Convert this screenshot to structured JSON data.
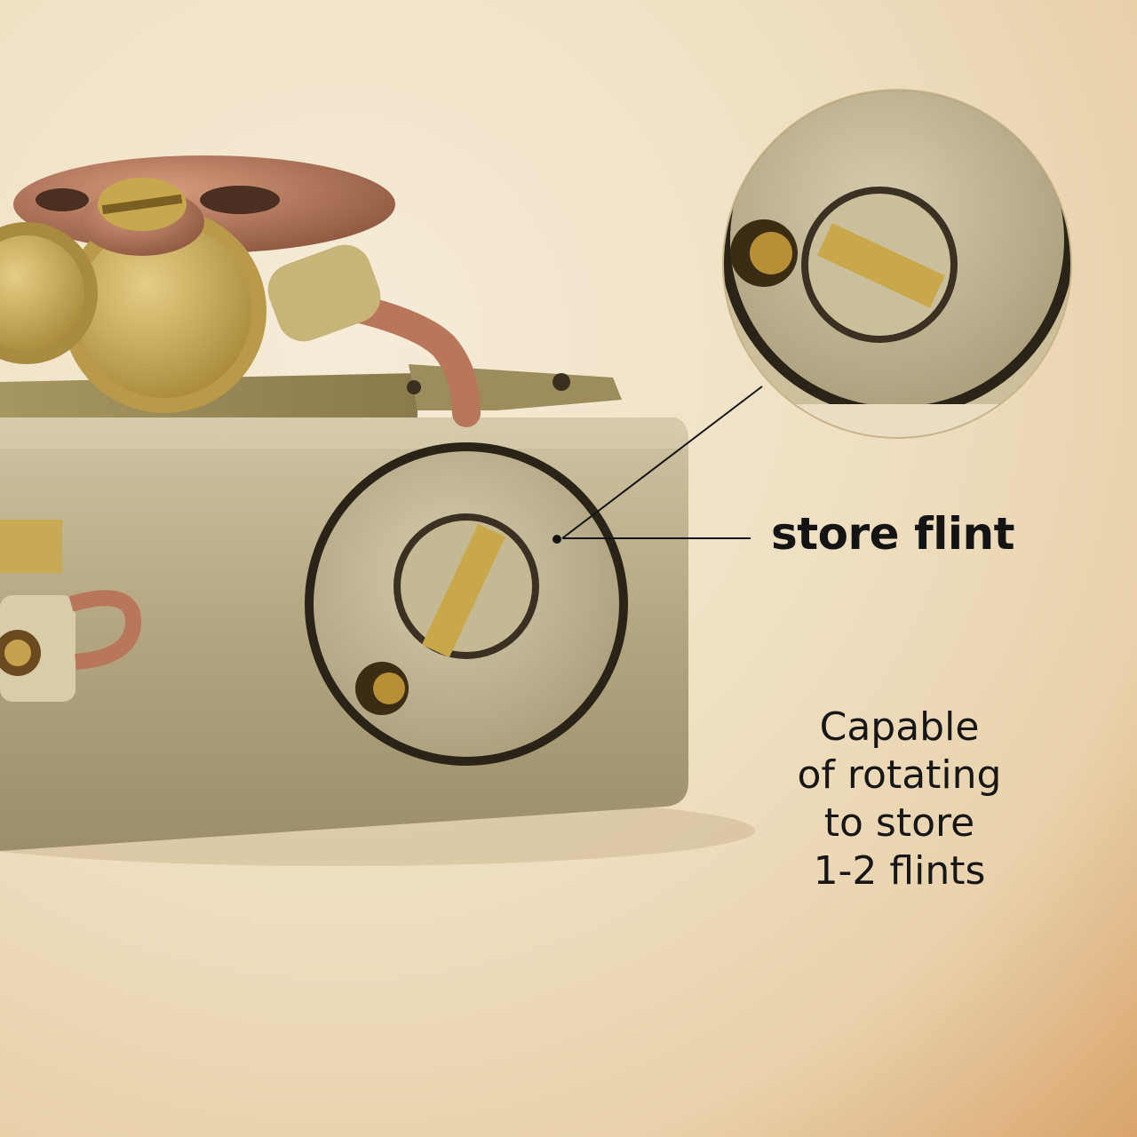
{
  "callout": {
    "title": "store flint",
    "description_lines": [
      "Capable",
      "of rotating",
      "to store",
      "1-2 flints"
    ]
  },
  "colors": {
    "background": "#f1e4c9",
    "metal": "#b9ab86",
    "brass": "#c6a451",
    "copper": "#b8765a",
    "text": "#141414"
  }
}
